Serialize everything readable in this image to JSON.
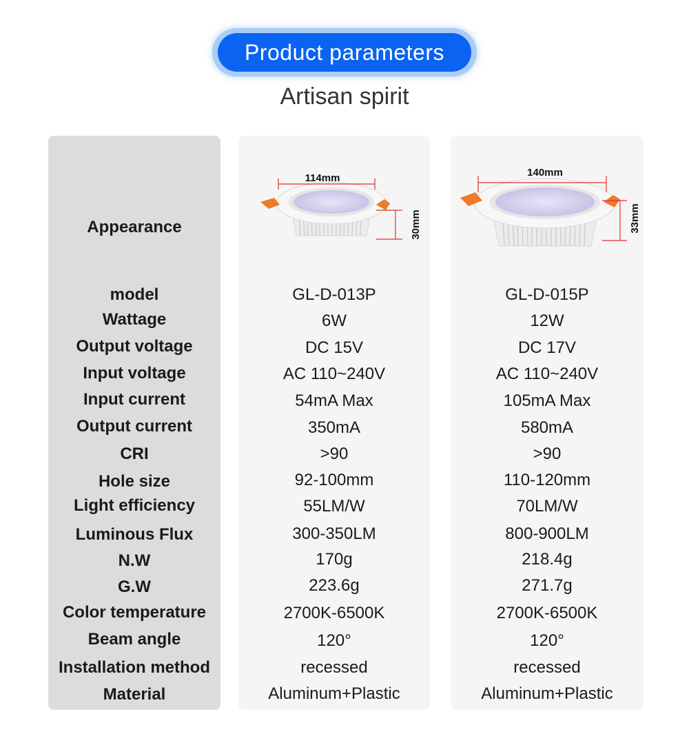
{
  "header": {
    "title": "Product parameters",
    "subtitle": "Artisan spirit"
  },
  "appearance_label": "Appearance",
  "products": [
    {
      "width_dim": "114mm",
      "height_dim": "30mm"
    },
    {
      "width_dim": "140mm",
      "height_dim": "33mm"
    }
  ],
  "rows": [
    {
      "label": "model",
      "p1": "GL-D-013P",
      "p2": "GL-D-015P"
    },
    {
      "label": "Wattage",
      "p1": "6W",
      "p2": "12W"
    },
    {
      "label": "Output voltage",
      "p1": "DC 15V",
      "p2": "DC 17V"
    },
    {
      "label": "Input voltage",
      "p1": "AC 110~240V",
      "p2": "AC 110~240V"
    },
    {
      "label": "Input current",
      "p1": "54mA Max",
      "p2": "105mA Max"
    },
    {
      "label": "Output current",
      "p1": "350mA",
      "p2": "580mA"
    },
    {
      "label": "CRI",
      "p1": ">90",
      "p2": ">90"
    },
    {
      "label": "Hole size",
      "p1": "92-100mm",
      "p2": "110-120mm"
    },
    {
      "label": "Light efficiency",
      "p1": "55LM/W",
      "p2": "70LM/W"
    },
    {
      "label": "Luminous Flux",
      "p1": "300-350LM",
      "p2": "800-900LM"
    },
    {
      "label": "N.W",
      "p1": "170g",
      "p2": "218.4g"
    },
    {
      "label": "G.W",
      "p1": "223.6g",
      "p2": "271.7g"
    },
    {
      "label": "Color temperature",
      "p1": "2700K-6500K",
      "p2": "2700K-6500K"
    },
    {
      "label": "Beam angle",
      "p1": "120°",
      "p2": "120°"
    },
    {
      "label": "Installation method",
      "p1": "recessed",
      "p2": "recessed"
    },
    {
      "label": "Material",
      "p1": "Aluminum+Plastic",
      "p2": "Aluminum+Plastic"
    }
  ]
}
